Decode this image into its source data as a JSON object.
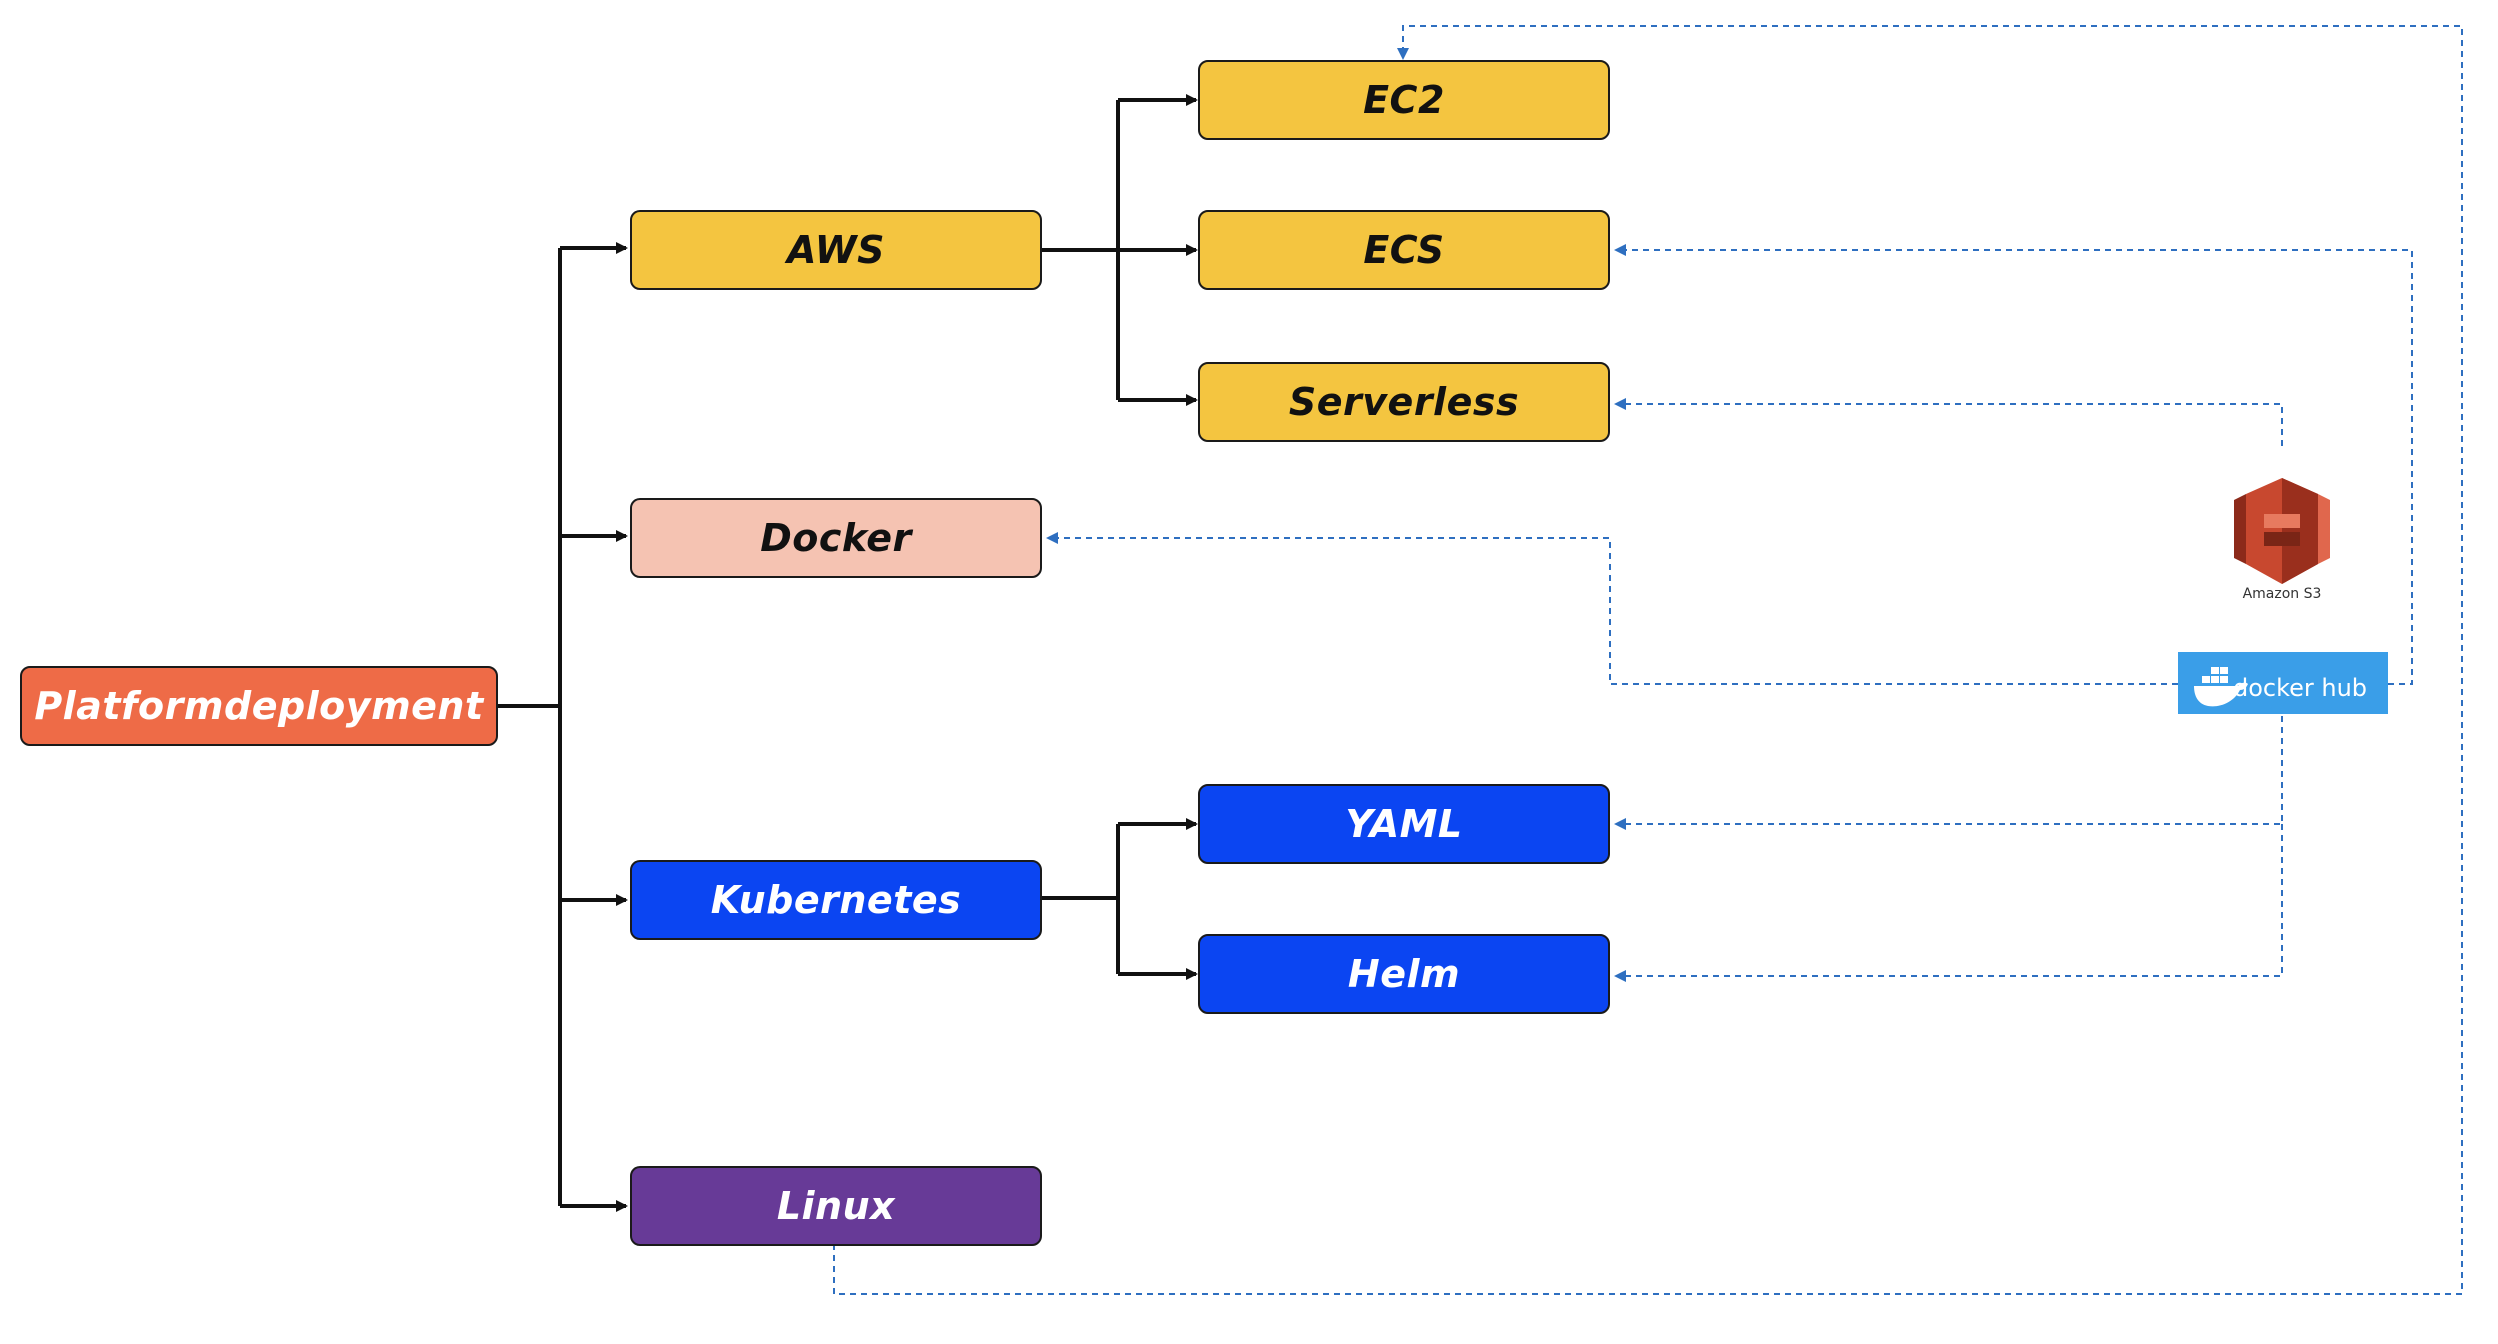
{
  "diagram": {
    "root": {
      "label": "Platformdeployment",
      "color": "#ee6b47"
    },
    "level1": [
      {
        "id": "aws",
        "label": "AWS",
        "color": "#f4c540"
      },
      {
        "id": "docker",
        "label": "Docker",
        "color": "#f5c3b2"
      },
      {
        "id": "kubernetes",
        "label": "Kubernetes",
        "color": "#0b45f2"
      },
      {
        "id": "linux",
        "label": "Linux",
        "color": "#673a97"
      }
    ],
    "aws_children": [
      {
        "id": "ec2",
        "label": "EC2",
        "color": "#f4c540"
      },
      {
        "id": "ecs",
        "label": "ECS",
        "color": "#f4c540"
      },
      {
        "id": "serverless",
        "label": "Serverless",
        "color": "#f4c540"
      }
    ],
    "kubernetes_children": [
      {
        "id": "yaml",
        "label": "YAML",
        "color": "#0b45f2"
      },
      {
        "id": "helm",
        "label": "Helm",
        "color": "#0b45f2"
      }
    ],
    "services": {
      "amazon_s3": {
        "label": "Amazon S3",
        "icon": "amazon-s3-icon",
        "color": "#c8482f"
      },
      "docker_hub": {
        "label": "docker hub",
        "icon": "docker-whale-icon",
        "color": "#3a9ee8"
      }
    },
    "connector_color": "#111111",
    "dashed_connector_color": "#2e6fc0"
  }
}
